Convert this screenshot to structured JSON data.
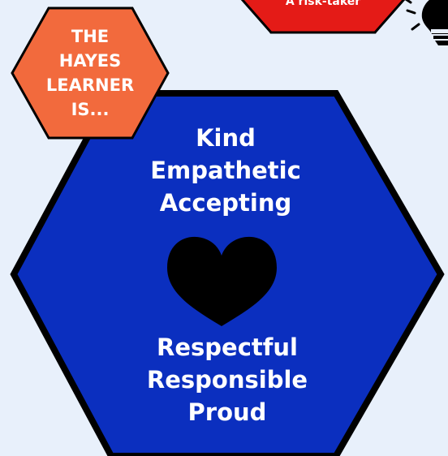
{
  "badge": {
    "lines": [
      "THE",
      "HAYES",
      "LEARNER",
      "IS..."
    ]
  },
  "red_hexagon": {
    "label": "A risk-taker"
  },
  "main_hexagon": {
    "top_words": [
      "Kind",
      "Empathetic",
      "Accepting"
    ],
    "bottom_words": [
      "Respectful",
      "Responsible",
      "Proud"
    ]
  },
  "icons": {
    "center": "heart-icon",
    "corner": "lightbulb-icon"
  },
  "colors": {
    "background": "#e8f0fb",
    "main_hex": "#0b2fbf",
    "badge_hex": "#f26a3d",
    "red_hex": "#e41b17",
    "outline": "#000000"
  }
}
